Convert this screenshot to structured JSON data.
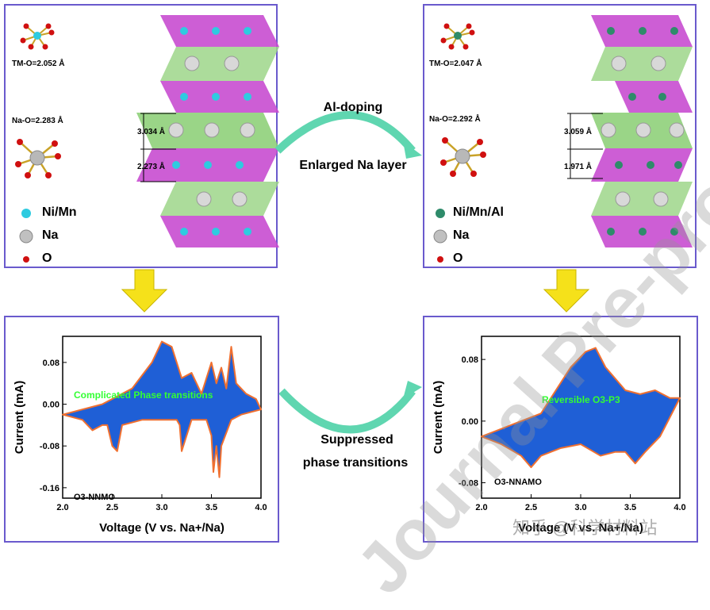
{
  "left_structure": {
    "tmo_label": "TM-O=2.052 Å",
    "nao_label": "Na-O=2.283 Å",
    "dist_upper": "3.034 Å",
    "dist_lower": "2.273 Å",
    "legend": [
      "Ni/Mn",
      "Na",
      "O"
    ],
    "tm_color": "#2ecbe0"
  },
  "right_structure": {
    "tmo_label": "TM-O=2.047 Å",
    "nao_label": "Na-O=2.292 Å",
    "dist_upper": "3.059 Å",
    "dist_lower": "1.971 Å",
    "legend": [
      "Ni/Mn/Al",
      "Na",
      "O"
    ],
    "tm_color": "#2e8b6a"
  },
  "arrow_top": {
    "line1": "Al-doping",
    "line2": "Enlarged Na layer"
  },
  "arrow_bottom": {
    "line1": "Suppressed",
    "line2": "phase transitions"
  },
  "chart_data": [
    {
      "type": "line",
      "sample_label": "O3-NNMO",
      "annotation": "Complicated Phase transitions",
      "xlabel": "Voltage (V vs. Na+/Na)",
      "ylabel": "Current (mA)",
      "xlim": [
        2.0,
        4.0
      ],
      "ylim": [
        -0.18,
        0.13
      ],
      "xticks": [
        "2.0",
        "2.5",
        "3.0",
        "3.5",
        "4.0"
      ],
      "yticks": [
        "0.08",
        "0.00",
        "-0.08",
        "-0.16"
      ],
      "charge": {
        "x": [
          2.0,
          2.4,
          2.7,
          2.9,
          3.0,
          3.1,
          3.2,
          3.3,
          3.4,
          3.5,
          3.55,
          3.6,
          3.65,
          3.7,
          3.75,
          3.85,
          3.95,
          4.0
        ],
        "y": [
          -0.02,
          0.0,
          0.03,
          0.08,
          0.12,
          0.11,
          0.05,
          0.06,
          0.02,
          0.08,
          0.04,
          0.07,
          0.03,
          0.11,
          0.04,
          0.02,
          0.01,
          -0.01
        ]
      },
      "discharge": {
        "x": [
          4.0,
          3.8,
          3.7,
          3.6,
          3.58,
          3.55,
          3.52,
          3.5,
          3.45,
          3.4,
          3.3,
          3.2,
          3.18,
          3.15,
          3.0,
          2.8,
          2.6,
          2.55,
          2.5,
          2.45,
          2.4,
          2.3,
          2.2,
          2.0
        ],
        "y": [
          -0.01,
          -0.02,
          -0.03,
          -0.08,
          -0.14,
          -0.08,
          -0.13,
          -0.06,
          -0.03,
          -0.03,
          -0.03,
          -0.09,
          -0.04,
          -0.03,
          -0.03,
          -0.03,
          -0.04,
          -0.09,
          -0.08,
          -0.04,
          -0.04,
          -0.05,
          -0.03,
          -0.02
        ]
      }
    },
    {
      "type": "line",
      "sample_label": "O3-NNAMO",
      "annotation": "Reversible O3-P3",
      "xlabel": "Voltage (V vs. Na+/Na)",
      "ylabel": "Current (mA)",
      "xlim": [
        2.0,
        4.0
      ],
      "ylim": [
        -0.1,
        0.11
      ],
      "xticks": [
        "2.0",
        "2.5",
        "3.0",
        "3.5",
        "4.0"
      ],
      "yticks": [
        "0.08",
        "0.00",
        "-0.08"
      ],
      "charge": {
        "x": [
          2.0,
          2.3,
          2.6,
          2.9,
          3.05,
          3.15,
          3.25,
          3.45,
          3.6,
          3.75,
          3.9,
          4.0
        ],
        "y": [
          -0.02,
          -0.005,
          0.01,
          0.07,
          0.09,
          0.095,
          0.07,
          0.04,
          0.035,
          0.04,
          0.03,
          0.03
        ]
      },
      "discharge": {
        "x": [
          4.0,
          3.8,
          3.65,
          3.55,
          3.45,
          3.35,
          3.2,
          3.0,
          2.8,
          2.6,
          2.5,
          2.4,
          2.2,
          2.0
        ],
        "y": [
          0.03,
          -0.02,
          -0.04,
          -0.055,
          -0.04,
          -0.04,
          -0.045,
          -0.03,
          -0.035,
          -0.045,
          -0.06,
          -0.045,
          -0.03,
          -0.02
        ]
      }
    }
  ],
  "watermark": "Journal Pre-proof",
  "footer_watermark": "知乎 @科学材料站"
}
